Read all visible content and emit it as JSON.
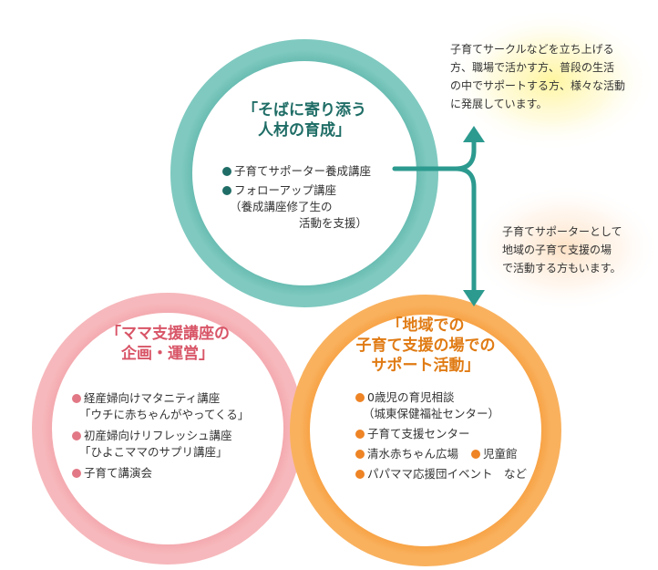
{
  "top_circle": {
    "title_line1": "「そばに寄り添う",
    "title_line2": "人材の育成」",
    "items": [
      {
        "line1": "子育てサポーター養成講座"
      },
      {
        "line1": "フォローアップ講座",
        "line2": "（養成講座修了生の",
        "line3": "活動を支援）"
      }
    ],
    "ring_color": "#7fc9c0"
  },
  "left_circle": {
    "title_line1": "「ママ支援講座の",
    "title_line2": "企画・運営」",
    "items": [
      {
        "line1": "経産婦向けマタニティ講座",
        "line2": "「ウチに赤ちゃんがやってくる」"
      },
      {
        "line1": "初産婦向けリフレッシュ講座",
        "line2": "「ひよこママのサプリ講座」"
      },
      {
        "line1": "子育て講演会"
      }
    ],
    "ring_color": "#f6b8bc"
  },
  "right_circle": {
    "title_line1": "「地域での",
    "title_line2": "子育て支援の場での",
    "title_line3": "サポート活動」",
    "items": [
      {
        "line1": "0歳児の育児相談",
        "line2": "（城東保健福祉センター）"
      },
      {
        "line1": "子育て支援センター"
      },
      {
        "line1": "清水赤ちゃん広場",
        "line1b": "児童館"
      },
      {
        "line1": "パパママ応援団イベント　など"
      }
    ],
    "ring_color": "#f9b15e"
  },
  "note_top": {
    "lines": [
      "子育てサークルなどを立ち上げる",
      "方、職場で活かす方、普段の生活",
      "の中でサポートする方、様々な活動",
      "に発展しています。"
    ]
  },
  "note_right": {
    "lines": [
      "子育てサポーターとして",
      "地域の子育て支援の場",
      "で活動する方もいます。"
    ]
  },
  "arrow_color": "#2c9a8f"
}
